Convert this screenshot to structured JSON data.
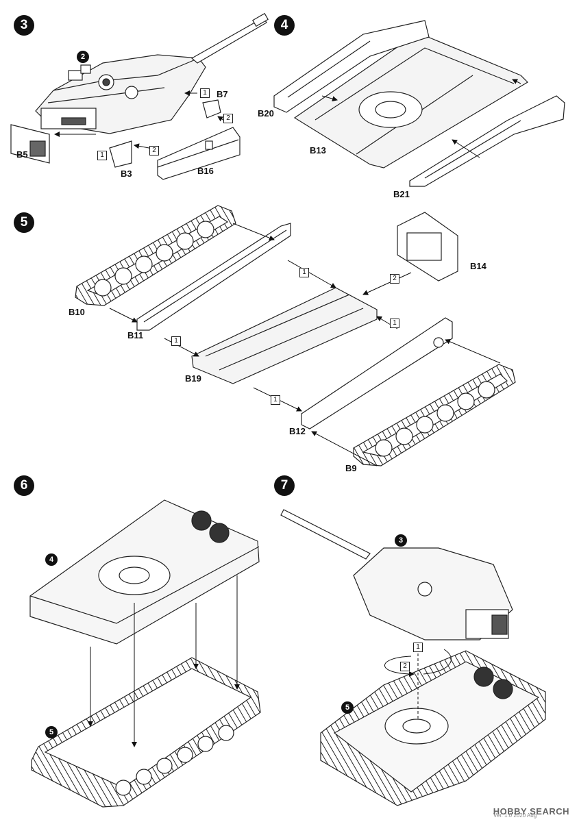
{
  "steps": [
    {
      "number": "3"
    },
    {
      "number": "4"
    },
    {
      "number": "5"
    },
    {
      "number": "6"
    },
    {
      "number": "7"
    }
  ],
  "step3": {
    "ref": "2",
    "parts": [
      "B7",
      "B5",
      "B3",
      "B16"
    ],
    "boxes": [
      "1",
      "2",
      "1",
      "2"
    ]
  },
  "step4": {
    "parts": [
      "B20",
      "B13",
      "B21"
    ]
  },
  "step5": {
    "parts": [
      "B10",
      "B11",
      "B19",
      "B12",
      "B9",
      "B14"
    ],
    "boxes": [
      "1",
      "2",
      "1",
      "1",
      "1"
    ]
  },
  "step6": {
    "refs": [
      "4",
      "5"
    ]
  },
  "step7": {
    "refs": [
      "3",
      "5"
    ],
    "boxes": [
      "1",
      "2"
    ]
  },
  "footer": {
    "version": "Ver. 1.0 2020 Aug",
    "watermark": "HOBBY SEARCH"
  }
}
